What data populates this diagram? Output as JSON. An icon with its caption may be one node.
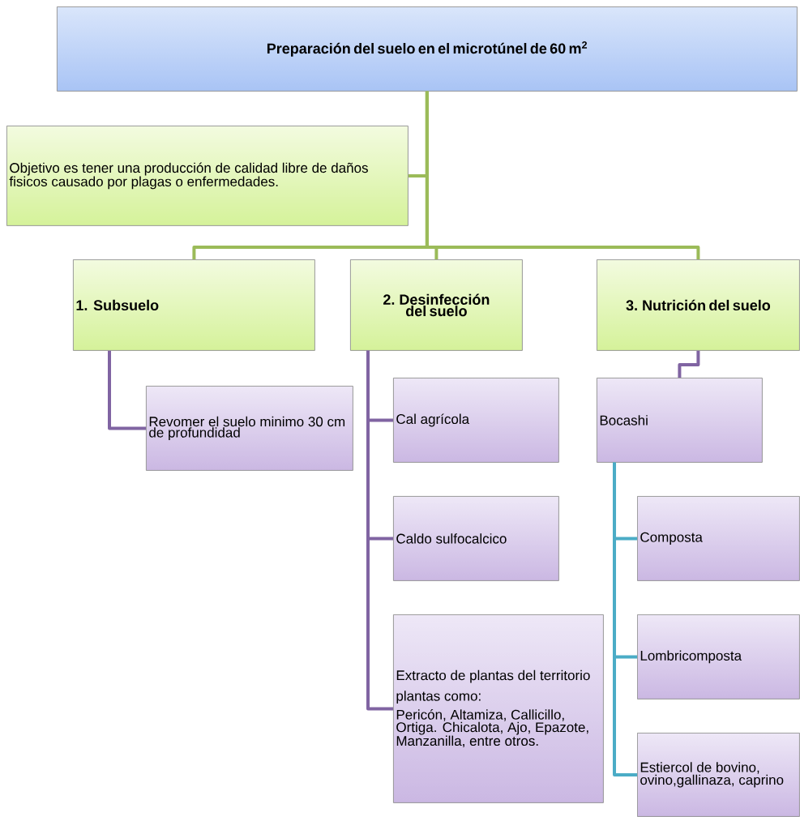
{
  "diagram": {
    "nodes": [
      {
        "text": [
          "Preparación del suelo en el microtúnel de 60 m$^{2}$"
        ]
      },
      {
        "text": [
          "Objetivo es tener una producción de calidad libre de daños fisicos causado por plagas o enfermedades."
        ]
      },
      {
        "text": [
          "1. Subsuelo"
        ]
      },
      {
        "text": [
          "2. Desinfección del suelo"
        ]
      },
      {
        "text": [
          "3. Nutrición del suelo"
        ]
      },
      {
        "text": [
          "Revomer el suelo minimo 30 cm de profundidad"
        ]
      },
      {
        "text": [
          "Cal agrícola"
        ]
      },
      {
        "text": [
          "Caldo sulfocalcico"
        ]
      },
      {
        "text": [
          "Extracto de plantas del territorio",
          "plantas como:",
          "Pericón, Altamiza, Callicillo, Ortiga. Chicalota, Ajo, Epazote, Manzanilla, entre otros."
        ]
      },
      {
        "text": [
          "Bocashi"
        ]
      },
      {
        "text": [
          "Composta"
        ]
      },
      {
        "text": [
          "Lombricomposta"
        ]
      },
      {
        "text": [
          "Estiercol de bovino, ovino,gallinaza, caprino"
        ]
      }
    ],
    "edges": [
      {
        "from": 0,
        "to": 1,
        "arrow": "none"
      },
      {
        "from": 0,
        "to": 2,
        "arrow": "none"
      },
      {
        "from": 0,
        "to": 3,
        "arrow": "none"
      },
      {
        "from": 0,
        "to": 4,
        "arrow": "none"
      },
      {
        "from": 2,
        "to": 5,
        "arrow": "none",
        "color": "#8064a2"
      },
      {
        "from": 3,
        "to": 6,
        "arrow": "none",
        "color": "#8064a2"
      },
      {
        "from": 3,
        "to": 7,
        "arrow": "none",
        "color": "#8064a2"
      },
      {
        "from": 3,
        "to": 8,
        "arrow": "none",
        "color": "#8064a2"
      },
      {
        "from": 4,
        "to": 9,
        "arrow": "none",
        "color": "#8064a2"
      },
      {
        "from": 9,
        "to": 10,
        "arrow": "none",
        "color": "#4bacc6"
      },
      {
        "from": 9,
        "to": 11,
        "arrow": "none",
        "color": "#4bacc6"
      },
      {
        "from": 9,
        "to": 12,
        "arrow": "none",
        "color": "#4bacc6"
      }
    ]
  }
}
